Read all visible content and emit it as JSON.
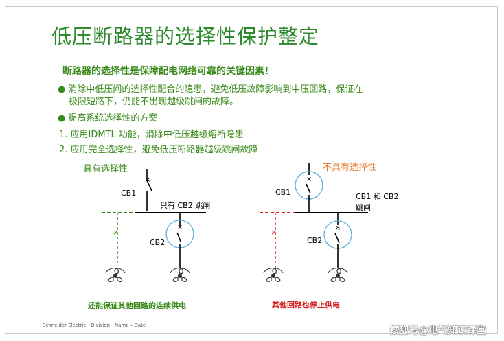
{
  "title": "低压断路器的选择性保护整定",
  "headline": "断路器的选择性是保障配电网络可靠的关键因素！",
  "bullets": {
    "b1_line1": "消除中低压间的选择性配合的隐患，避免低压故障影响到中压回路，保证在",
    "b1_line2": "极限短路下，仍能不出现越级跳闸的故障。",
    "b2": "提高系统选择性的方案",
    "n1": "1. 应用IDMTL 功能，消除中低压越级熔断隐患",
    "n2": "2. 应用完全选择性，避免低压断路器越级跳闸故障"
  },
  "left_diagram": {
    "heading": "具有选择性",
    "cb1": "CB1",
    "cb2": "CB2",
    "note": "只有 CB2 跳闸",
    "caption": "还能保证其他回路的连续供电"
  },
  "right_diagram": {
    "heading": "不具有选择性",
    "cb1": "CB1",
    "cb2": "CB2",
    "note_line1": "CB1 和 CB2",
    "note_line2": "跳闸",
    "caption": "其他回路也停止供电"
  },
  "colors": {
    "green": "#3a8a1a",
    "title_green": "#2e8a2e",
    "orange": "#e87722",
    "red": "#d62020",
    "circle_blue": "#5bb0d8"
  },
  "footer": "Schneider Electric - Division - Name – Date",
  "watermark": "搜狐号@电气知识课堂"
}
